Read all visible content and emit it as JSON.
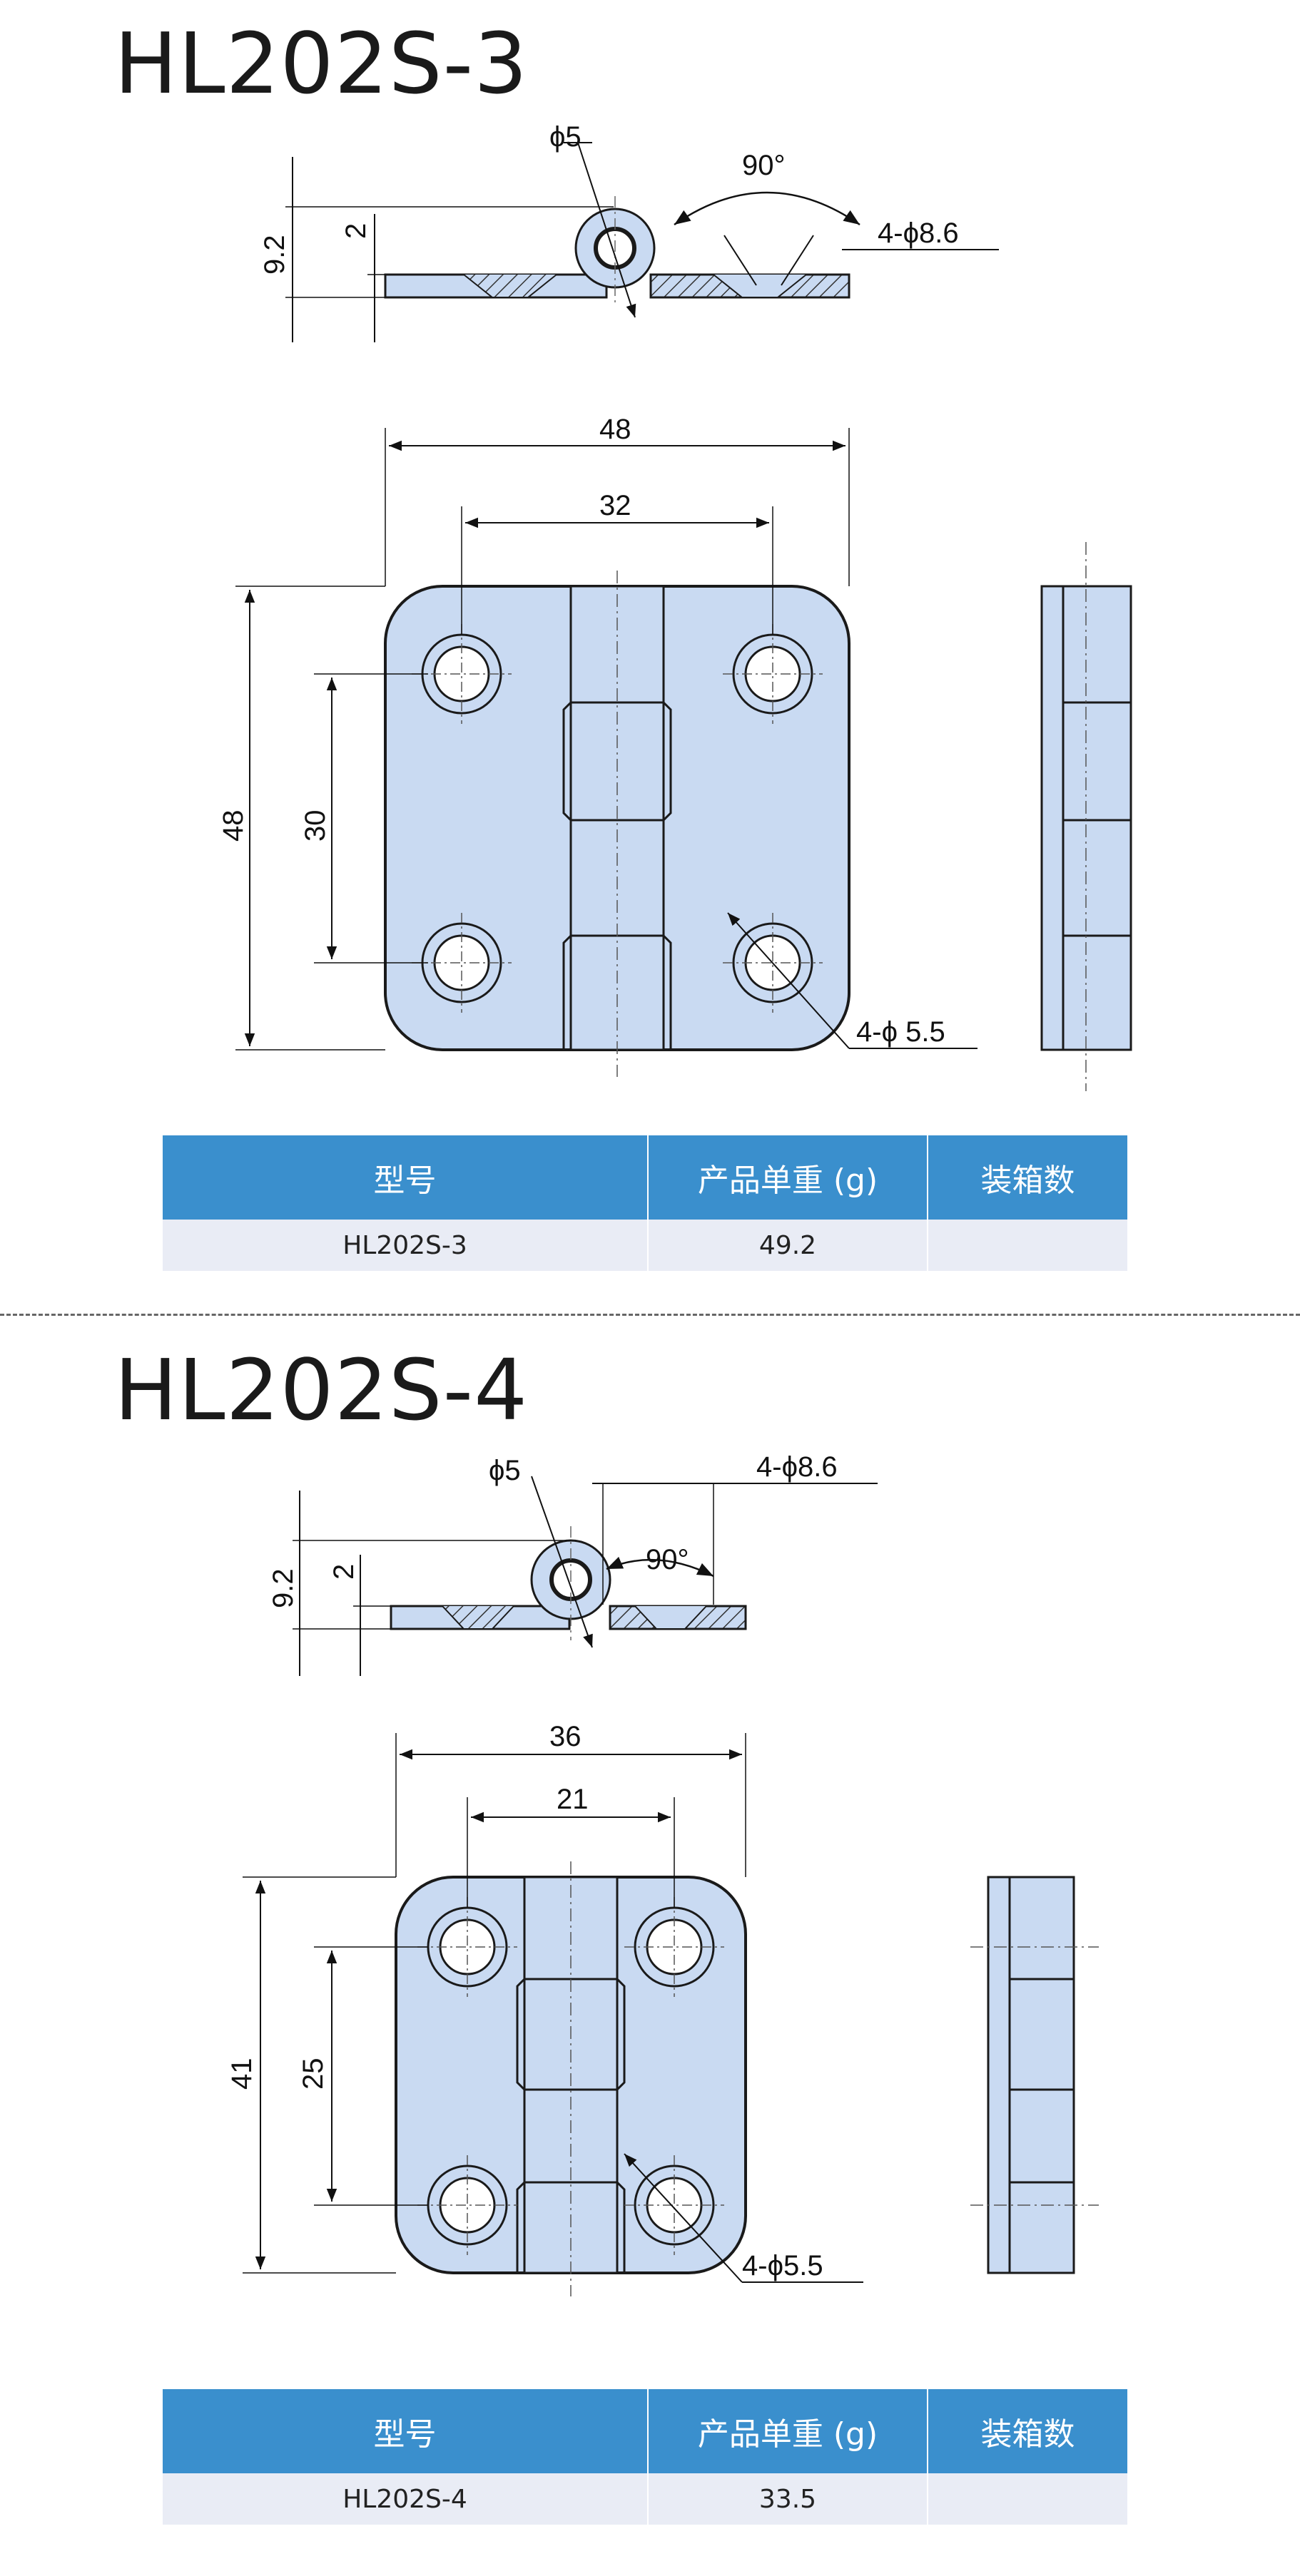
{
  "colors": {
    "part_fill": "#c9daf2",
    "outline": "#1a1a1a",
    "table_header": "#3a8fcd",
    "table_row": "#e9ecf5"
  },
  "table_headers": [
    "型号",
    "产品单重 (g)",
    "装箱数"
  ],
  "sections": [
    {
      "title": "HL202S-3",
      "labels": {
        "pin_dia": "ϕ5",
        "angle": "90°",
        "csk_holes": "4-ϕ8.6",
        "height_total": "9.2",
        "thickness": "2",
        "width_total": "48",
        "hole_pitch_x": "32",
        "height_body": "48",
        "hole_pitch_y": "30",
        "mount_holes": "4-ϕ 5.5"
      },
      "row": {
        "model": "HL202S-3",
        "weight": "49.2",
        "qty": ""
      }
    },
    {
      "title": "HL202S-4",
      "labels": {
        "pin_dia": "ϕ5",
        "angle": "90°",
        "csk_holes": "4-ϕ8.6",
        "height_total": "9.2",
        "thickness": "2",
        "width_total": "36",
        "hole_pitch_x": "21",
        "height_body": "41",
        "hole_pitch_y": "25",
        "mount_holes": "4-ϕ5.5"
      },
      "row": {
        "model": "HL202S-4",
        "weight": "33.5",
        "qty": ""
      }
    }
  ]
}
